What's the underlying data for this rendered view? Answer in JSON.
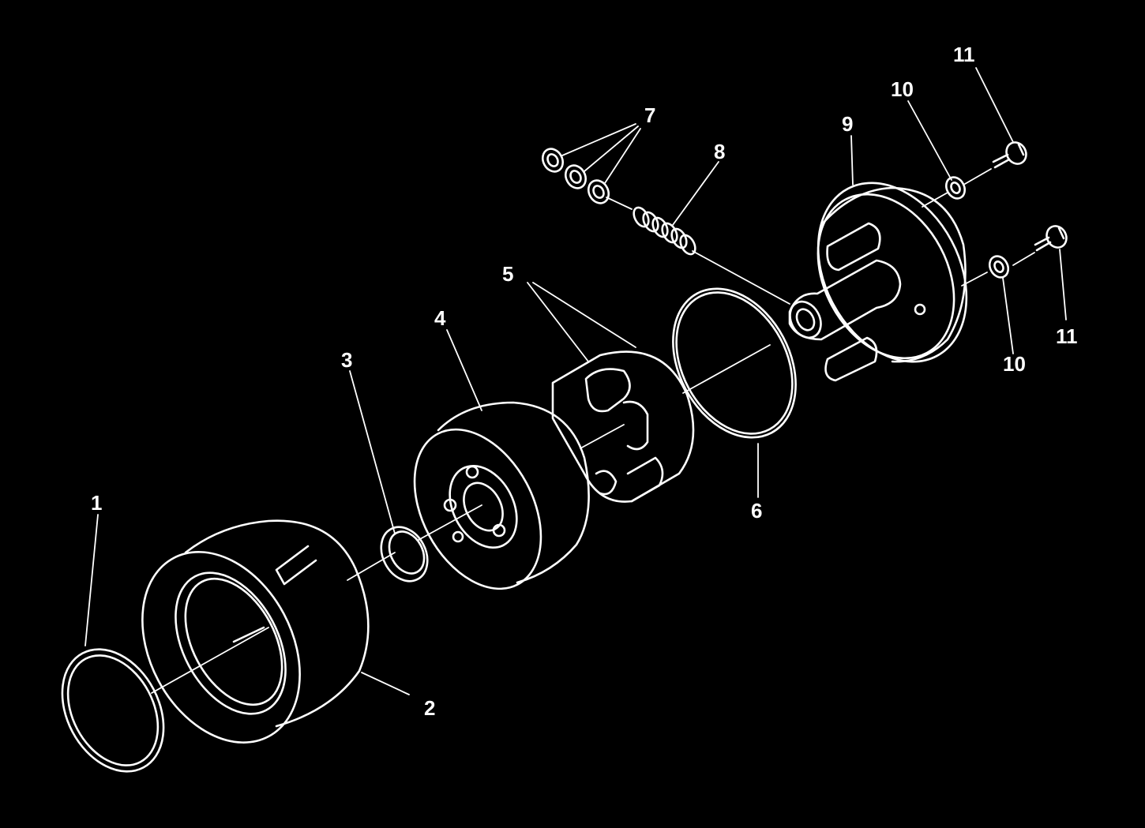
{
  "diagram": {
    "colors": {
      "background": "#000000",
      "line": "#ffffff"
    },
    "callouts": {
      "c1": "1",
      "c2": "2",
      "c3": "3",
      "c4": "4",
      "c5": "5",
      "c6": "6",
      "c7": "7",
      "c8": "8",
      "c9": "9",
      "c10a": "10",
      "c10b": "10",
      "c11a": "11",
      "c11b": "11"
    }
  }
}
